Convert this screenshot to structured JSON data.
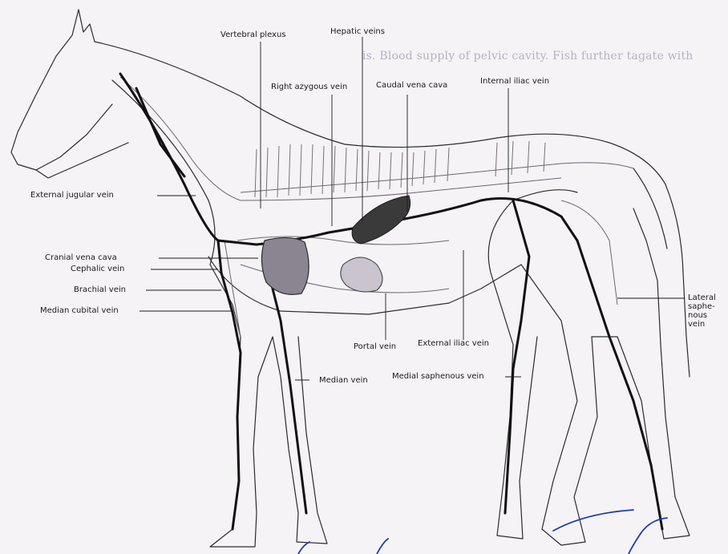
{
  "background_text": "is.   Blood supply of pelvic cavity. Fish further tagate with",
  "labels": {
    "vertebral_plexus": "Vertebral plexus",
    "hepatic_veins": "Hepatic veins",
    "right_azygous_vein": "Right azygous vein",
    "caudal_vena_cava": "Caudal vena cava",
    "internal_iliac_vein": "Internal iliac vein",
    "external_jugular_vein": "External jugular vein",
    "cranial_vena_cava": "Cranial vena cava",
    "cephalic_vein": "Cephalic vein",
    "brachial_vein": "Brachial vein",
    "median_cubital_vein": "Median cubital vein",
    "portal_vein": "Portal vein",
    "external_iliac_vein": "External iliac vein",
    "median_vein": "Median vein",
    "medial_saphenous_vein": "Medial saphenous vein",
    "lateral_saphenous_vein": [
      "Lateral",
      "saphe-",
      "nous",
      "vein"
    ]
  },
  "colors": {
    "paper": "#f6f3f7",
    "ink": "#1a1a1a",
    "vein": "#111111",
    "heart": "#8a8590",
    "liver": "#3a3a3a",
    "stomach": "#c9c4cd",
    "annotation_pen": "#1f3da8"
  }
}
